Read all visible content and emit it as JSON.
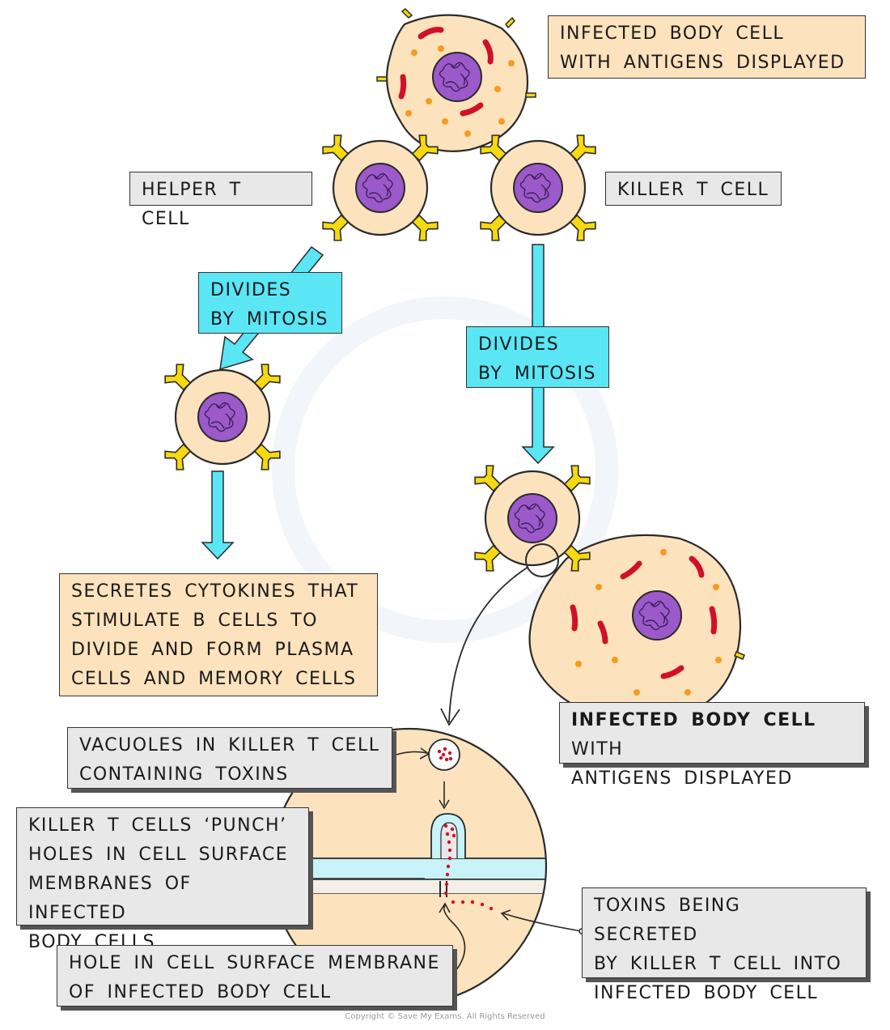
{
  "labels": {
    "infected_top": "INFECTED BODY CELL\nWITH ANTIGENS DISPLAYED",
    "helper": "HELPER T CELL",
    "killer": "KILLER T CELL",
    "divides_left": "DIVIDES\nBY MITOSIS",
    "divides_right": "DIVIDES\nBY MITOSIS",
    "secretes": "SECRETES CYTOKINES THAT\nSTIMULATE B CELLS TO\nDIVIDE AND FORM PLASMA\nCELLS AND MEMORY CELLS",
    "infected_lower_bold": "INFECTED BODY CELL",
    "infected_lower_rest": " WITH\nANTIGENS DISPLAYED",
    "vacuoles": "VACUOLES IN KILLER T CELL\nCONTAINING TOXINS",
    "punch": "KILLER  T CELLS ‘PUNCH’\nHOLES IN CELL SURFACE\nMEMBRANES OF INFECTED\nBODY CELLS",
    "toxins": "TOXINS BEING SECRETED\nBY KILLER T CELL INTO\nINFECTED BODY CELL",
    "hole": "HOLE IN CELL SURFACE MEMBRANE\nOF INFECTED BODY CELL"
  },
  "copyright": "Copyright © Save My Exams. All Rights Reserved",
  "colors": {
    "cytoplasm": "#fde3bd",
    "nucleus": "#9b59c9",
    "receptor": "#f6d90f",
    "arrow": "#5be6f6",
    "red_organelle": "#d0102a",
    "orange_dot": "#f79a1e"
  }
}
